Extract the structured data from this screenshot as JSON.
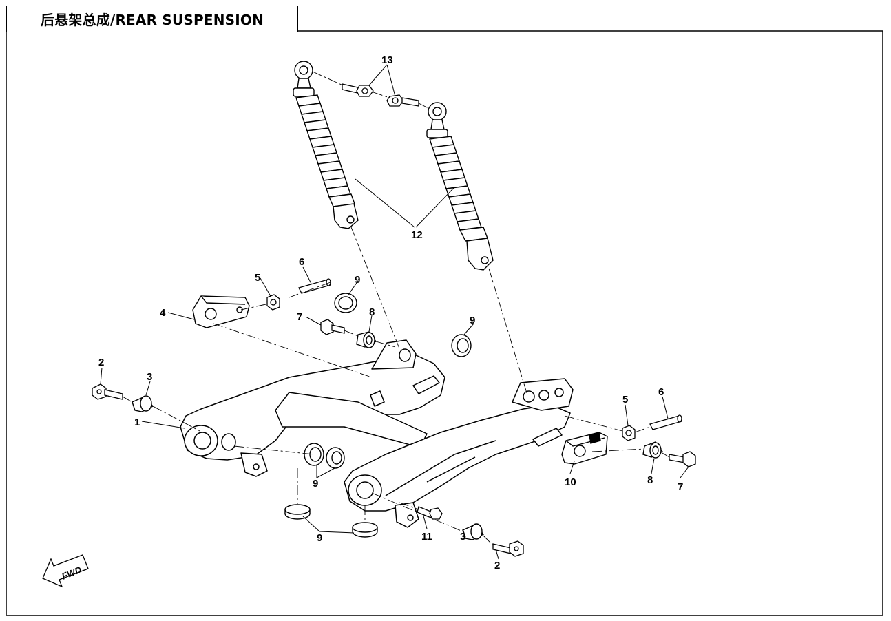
{
  "title": "后悬架总成/REAR SUSPENSION",
  "fwd_label": "FWD",
  "callouts": {
    "c1": "1",
    "c2a": "2",
    "c2b": "2",
    "c3a": "3",
    "c3b": "3",
    "c4": "4",
    "c5a": "5",
    "c5b": "5",
    "c6a": "6",
    "c6b": "6",
    "c7a": "7",
    "c7b": "7",
    "c8a": "8",
    "c8b": "8",
    "c9a": "9",
    "c9b": "9",
    "c9c": "9",
    "c9d": "9",
    "c10": "10",
    "c11": "11",
    "c12": "12",
    "c13": "13"
  }
}
